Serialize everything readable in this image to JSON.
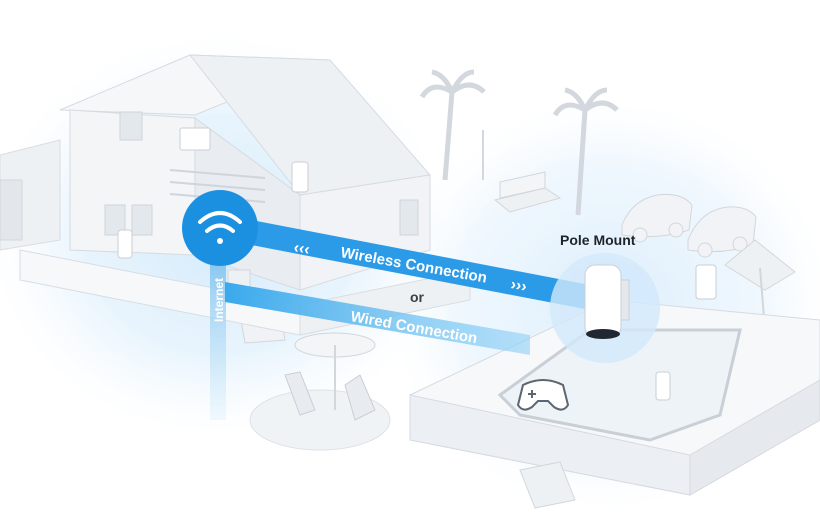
{
  "labels": {
    "wireless": "Wireless Connection",
    "or": "or",
    "wired": "Wired Connection",
    "pole_mount": "Pole Mount",
    "internet": "Internet"
  },
  "arrows": {
    "left": "‹‹‹",
    "right": "›››"
  },
  "colors": {
    "accent_blue": "#1b8fe0",
    "link_blue": "#2b9be8",
    "wired_blue": "#4cb4ee",
    "coverage_blue": "#d7ecfb",
    "scene_white": "#f4f6f8",
    "line_gray": "#c9cfd6"
  },
  "icons": [
    "wifi-icon",
    "gamepad-icon",
    "router-icon"
  ]
}
